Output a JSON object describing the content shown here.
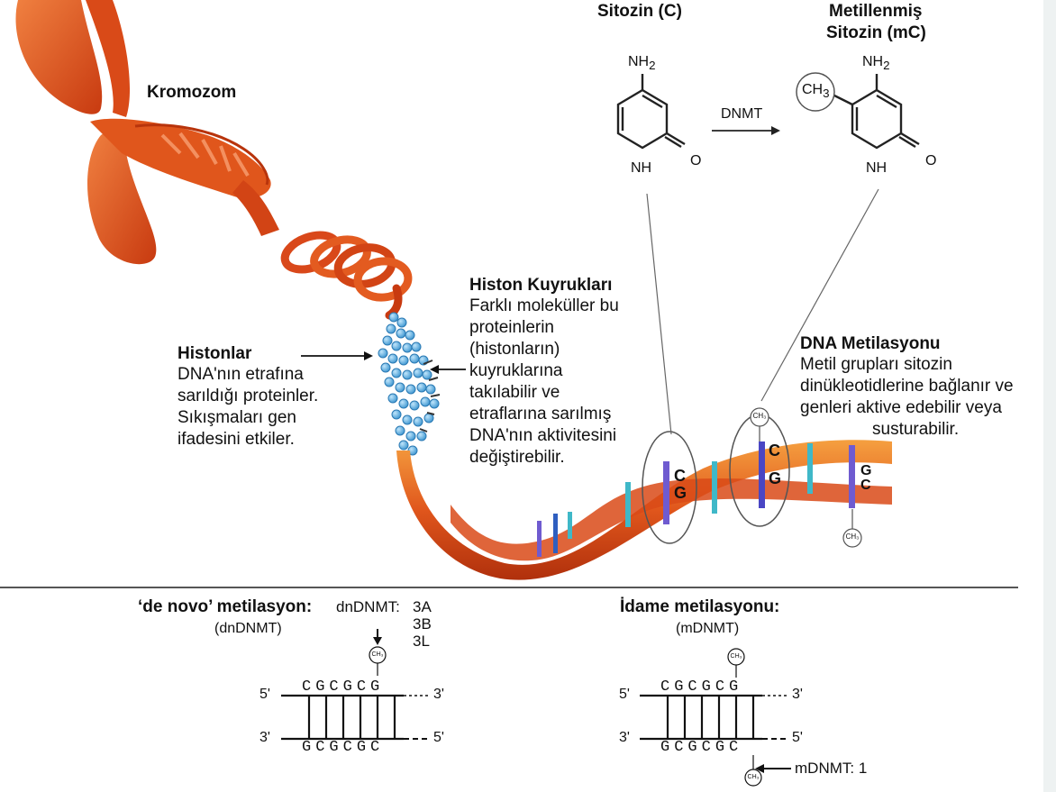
{
  "chromosome_label": "Kromozom",
  "cytosine": {
    "title": "Sitozin (C)",
    "nh2": "NH",
    "nh2_sub": "2",
    "nh": "NH",
    "o": "O"
  },
  "methyl_cytosine": {
    "title_line1": "Metillenmiş",
    "title_line2": "Sitozin (mC)",
    "ch3": "CH",
    "ch3_sub": "3",
    "nh2": "NH",
    "nh2_sub": "2",
    "nh": "NH",
    "o": "O"
  },
  "enzyme_arrow_label": "DNMT",
  "histones": {
    "title": "Histonlar",
    "lines": [
      "DNA'nın etrafına",
      "sarıldığı proteinler.",
      "Sıkışmaları gen",
      "ifadesini etkiler."
    ]
  },
  "histone_tails": {
    "title": "Histon Kuyrukları",
    "lines": [
      "Farklı moleküller bu",
      "proteinlerin",
      "(histonların)",
      "kuyruklarına",
      "takılabilir ve",
      "etraflarına sarılmış",
      "DNA'nın aktivitesini",
      "değiştirebilir."
    ]
  },
  "dna_methylation": {
    "title": "DNA Metilasyonu",
    "lines": [
      "Metil grupları sitozin",
      "dinükleotidlerine bağlanır ve",
      "genleri aktive edebilir veya",
      "susturabilir."
    ]
  },
  "helix_letters": {
    "pair1": [
      "C",
      "G"
    ],
    "pair2": [
      "C",
      "G"
    ],
    "pair3": [
      "G",
      "C"
    ],
    "ch3_tag": "CH₃"
  },
  "de_novo": {
    "title": "‘de novo’ metilasyon:",
    "subtitle": "(dnDNMT)",
    "enzyme": "dnDNMT:",
    "variants": [
      "3A",
      "3B",
      "3L"
    ]
  },
  "maintenance": {
    "title": "İdame metilasyonu:",
    "subtitle": "(mDNMT)",
    "enzyme_label": "mDNMT: 1"
  },
  "strand": {
    "top": [
      "C",
      "G",
      "C",
      "G",
      "C",
      "G"
    ],
    "bottom": [
      "G",
      "C",
      "G",
      "C",
      "G",
      "C"
    ],
    "five_prime": "5'",
    "three_prime": "3'",
    "ch3_tag": "CH₃"
  }
}
